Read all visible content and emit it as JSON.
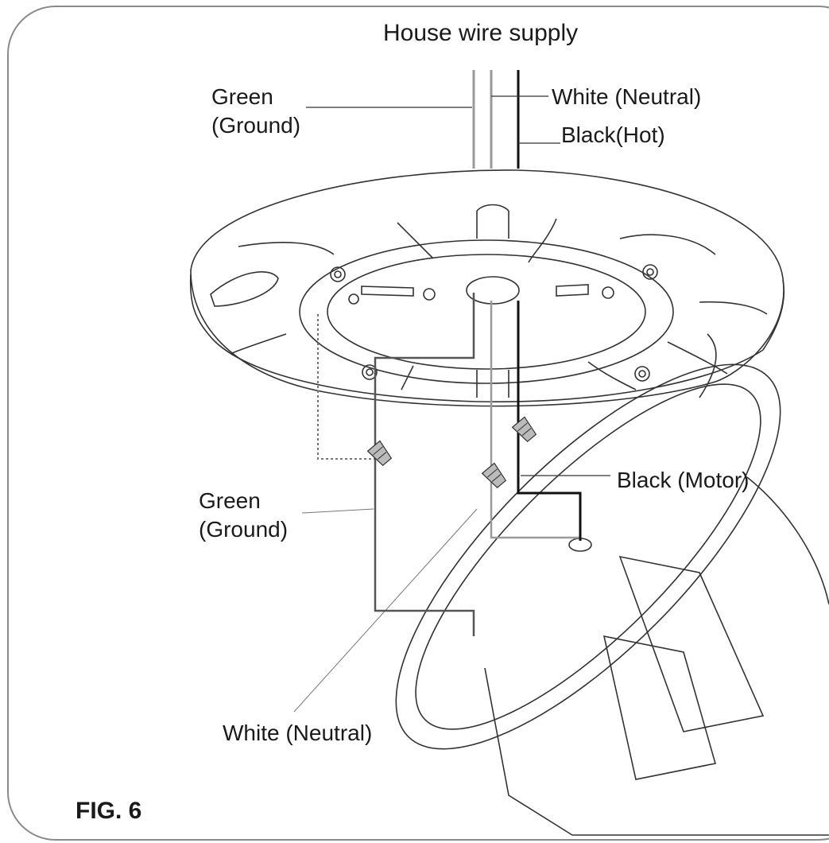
{
  "diagram": {
    "title": "House wire supply",
    "figure_label": "FIG. 6",
    "labels": {
      "green_ground_top": [
        "Green",
        "(Ground)"
      ],
      "white_neutral_top": "White (Neutral)",
      "black_hot": "Black(Hot)",
      "black_motor": "Black (Motor)",
      "green_ground_bottom": [
        "Green",
        "(Ground)"
      ],
      "white_neutral_bottom": "White (Neutral)"
    },
    "wire_colors": {
      "black": "#111111",
      "white": "#9a9a9a",
      "green": "#555555"
    }
  }
}
